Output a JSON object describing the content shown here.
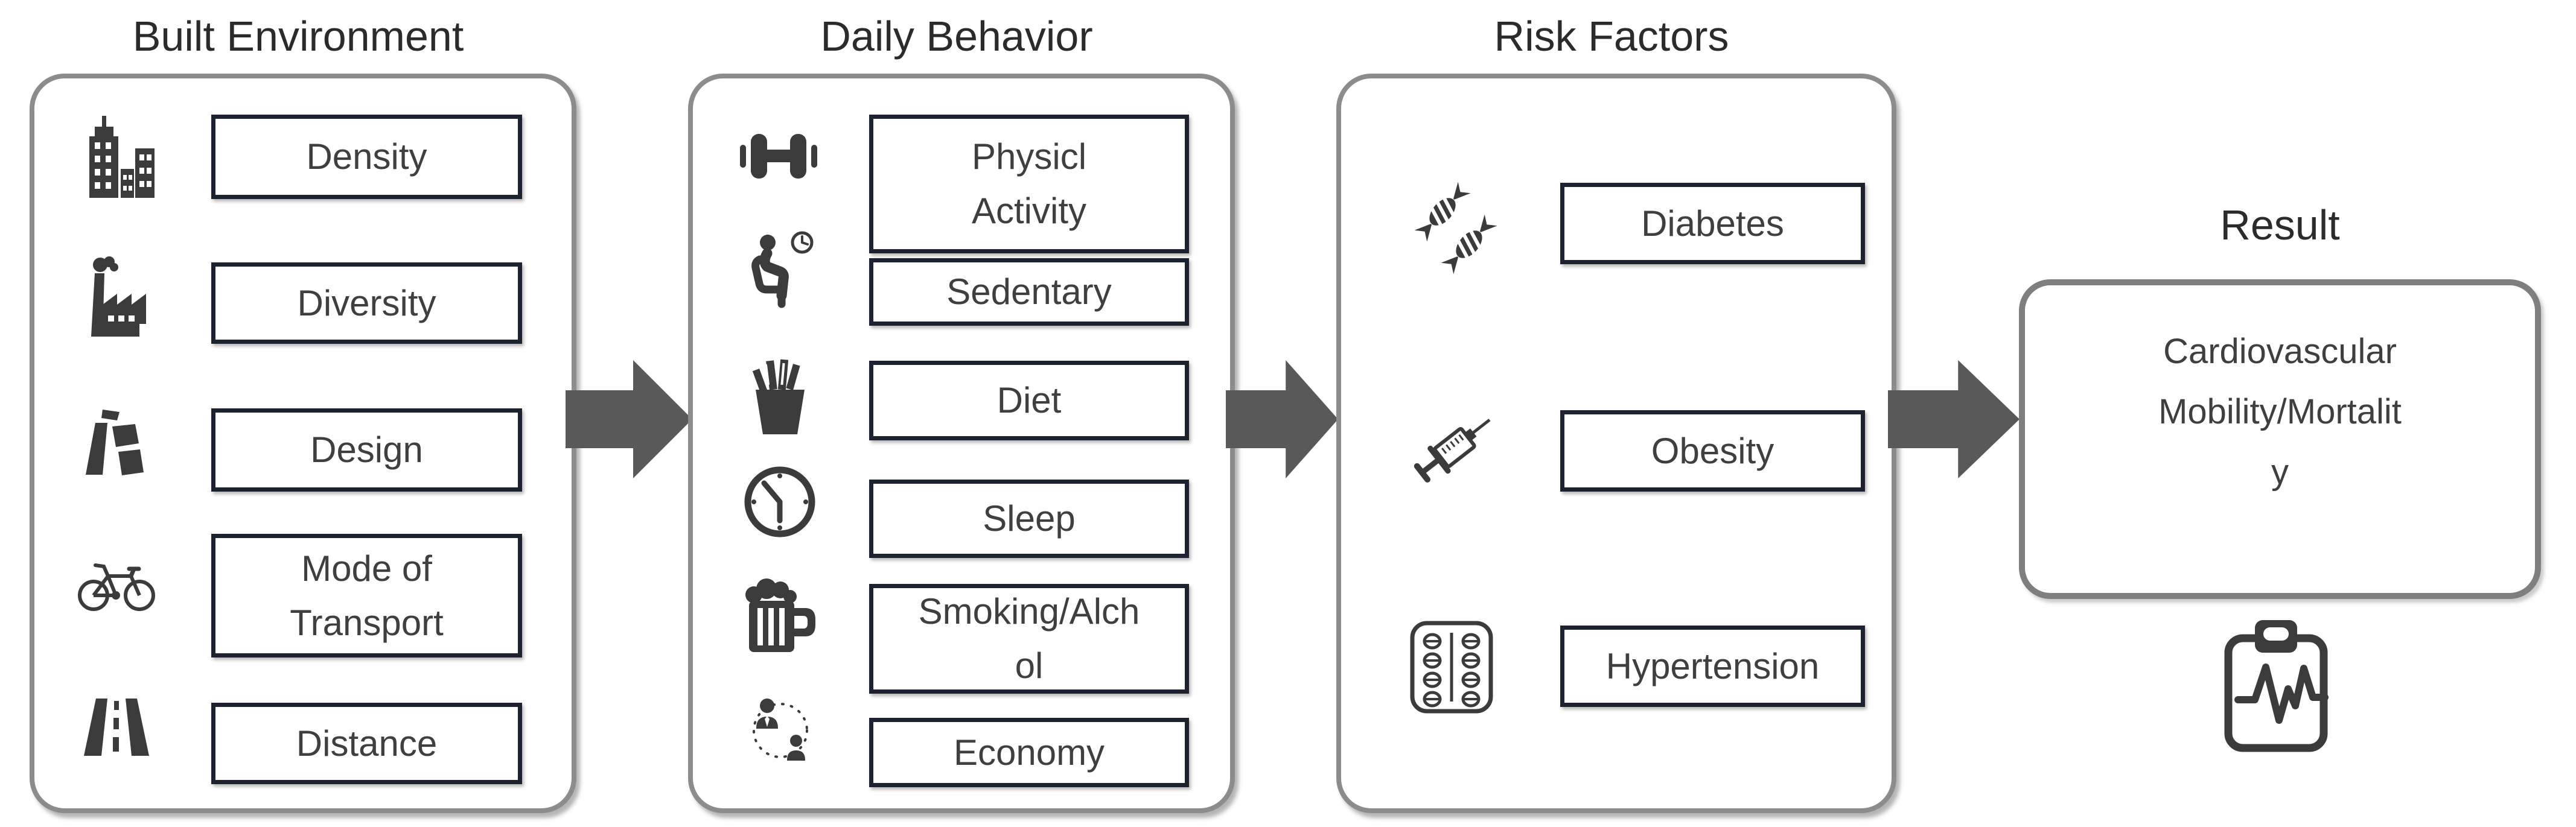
{
  "diagram": {
    "columns": [
      {
        "title": "Built Environment",
        "items": [
          {
            "icon": "city-buildings-icon",
            "label": "Density"
          },
          {
            "icon": "factory-icon",
            "label": "Diversity"
          },
          {
            "icon": "land-parcels-icon",
            "label": "Design"
          },
          {
            "icon": "bicycle-icon",
            "label": "Mode of\nTransport"
          },
          {
            "icon": "road-icon",
            "label": "Distance"
          }
        ]
      },
      {
        "title": "Daily Behavior",
        "items": [
          {
            "icon": "dumbbell-icon",
            "label": "Physicl\nActivity"
          },
          {
            "icon": "sitting-person-clock-icon",
            "label": "Sedentary"
          },
          {
            "icon": "french-fries-icon",
            "label": "Diet"
          },
          {
            "icon": "clock-icon",
            "label": "Sleep"
          },
          {
            "icon": "beer-mug-icon",
            "label": "Smoking/Alch\nol"
          },
          {
            "icon": "people-exchange-icon",
            "label": "Economy"
          }
        ]
      },
      {
        "title": "Risk Factors",
        "items": [
          {
            "icon": "candy-icon",
            "label": "Diabetes"
          },
          {
            "icon": "syringe-icon",
            "label": "Obesity"
          },
          {
            "icon": "pill-blister-icon",
            "label": "Hypertension"
          }
        ]
      },
      {
        "title": "Result",
        "result": {
          "icon": "ecg-clipboard-icon",
          "label": "Cardiovascular\nMobility/Mortalit\ny"
        }
      }
    ],
    "colors": {
      "arrow": "#595959",
      "panel_border": "#8c8c8c",
      "box_border": "#1d2230",
      "icon": "#3b3b3b",
      "text": "#3f3f3f",
      "title": "#2b2b2b"
    }
  }
}
